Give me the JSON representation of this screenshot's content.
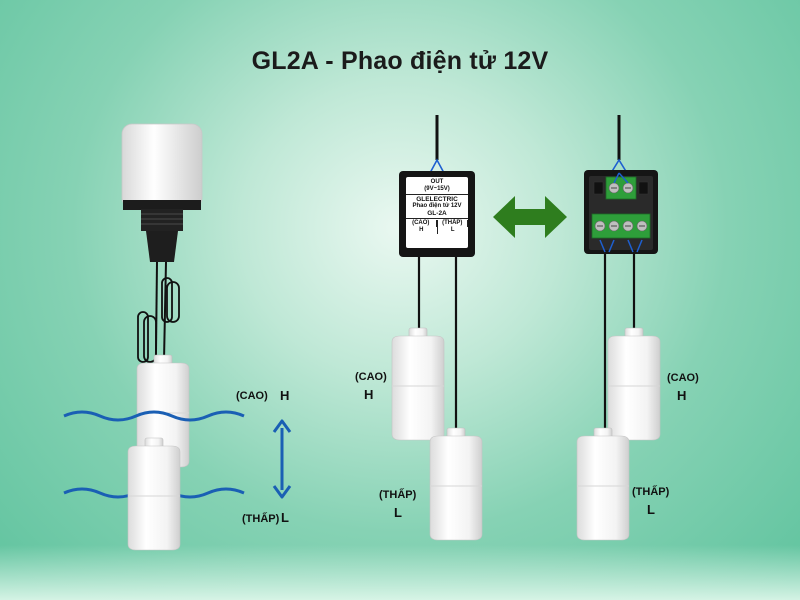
{
  "title": "GL2A - Phao điện tử 12V",
  "left_diagram": {
    "high_note": "(CAO)",
    "high_letter": "H",
    "low_note": "(THẤP)",
    "low_letter": "L"
  },
  "middle_diagram": {
    "high_note": "(CAO)",
    "high_letter": "H",
    "low_note": "(THẤP)",
    "low_letter": "L",
    "box_label": {
      "out": "OUT",
      "voltage": "(9V~15V)",
      "brand": "GLELECTRIC",
      "subtitle": "Phao điện tử 12V",
      "model": "GL-2A",
      "col_high_note": "(CAO)",
      "col_high_letter": "H",
      "col_low_note": "(THẤP)",
      "col_low_letter": "L"
    }
  },
  "right_diagram": {
    "high_note": "(CAO)",
    "high_letter": "H",
    "low_note": "(THẤP)",
    "low_letter": "L"
  },
  "colors": {
    "background_center": "#eaf8f1",
    "background_edge": "#5fc39e",
    "water_wave": "#1a5fb4",
    "swap_arrow": "#2e7d1e",
    "terminal_green": "#2e9e3a",
    "wire_blue": "#1e5fd0"
  }
}
